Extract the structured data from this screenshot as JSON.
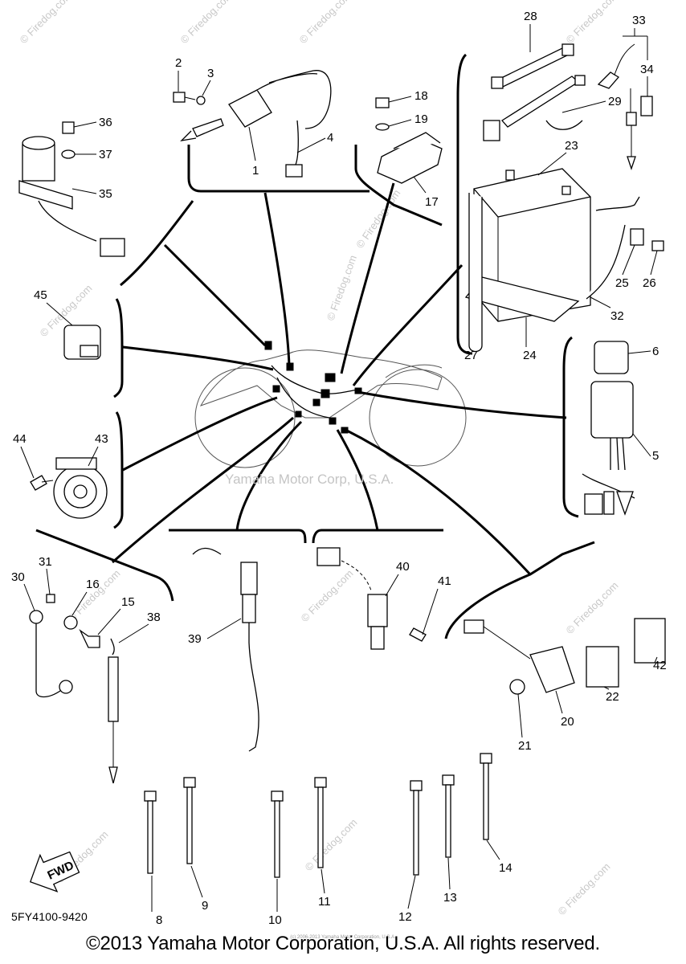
{
  "watermarks": {
    "center": "Yamaha Motor Corp, U.S.A.",
    "repeated": "© Firedog.com"
  },
  "catalog_code": "5FY4100-9420",
  "fwd_label": "FWD",
  "footer": {
    "copyright": "©2013 Yamaha Motor Corporation, U.S.A. All rights reserved.",
    "tiny_notice": "(c) 2006-2013 Yamaha Motor Corporation, U.S.A."
  },
  "callouts": {
    "n1": "1",
    "n2": "2",
    "n3": "3",
    "n4": "4",
    "n5": "5",
    "n6": "6",
    "n8": "8",
    "n9": "9",
    "n10": "10",
    "n11": "11",
    "n12": "12",
    "n13": "13",
    "n14": "14",
    "n15": "15",
    "n16": "16",
    "n17": "17",
    "n18": "18",
    "n19": "19",
    "n20": "20",
    "n21": "21",
    "n22": "22",
    "n23": "23",
    "n24": "24",
    "n25": "25",
    "n26": "26",
    "n27": "27",
    "n28": "28",
    "n29": "29",
    "n30": "30",
    "n31": "31",
    "n32": "32",
    "n33": "33",
    "n34": "34",
    "n35": "35",
    "n36": "36",
    "n37": "37",
    "n38": "38",
    "n39": "39",
    "n40": "40",
    "n41": "41",
    "n42": "42",
    "n43": "43",
    "n44": "44",
    "n45": "45"
  }
}
